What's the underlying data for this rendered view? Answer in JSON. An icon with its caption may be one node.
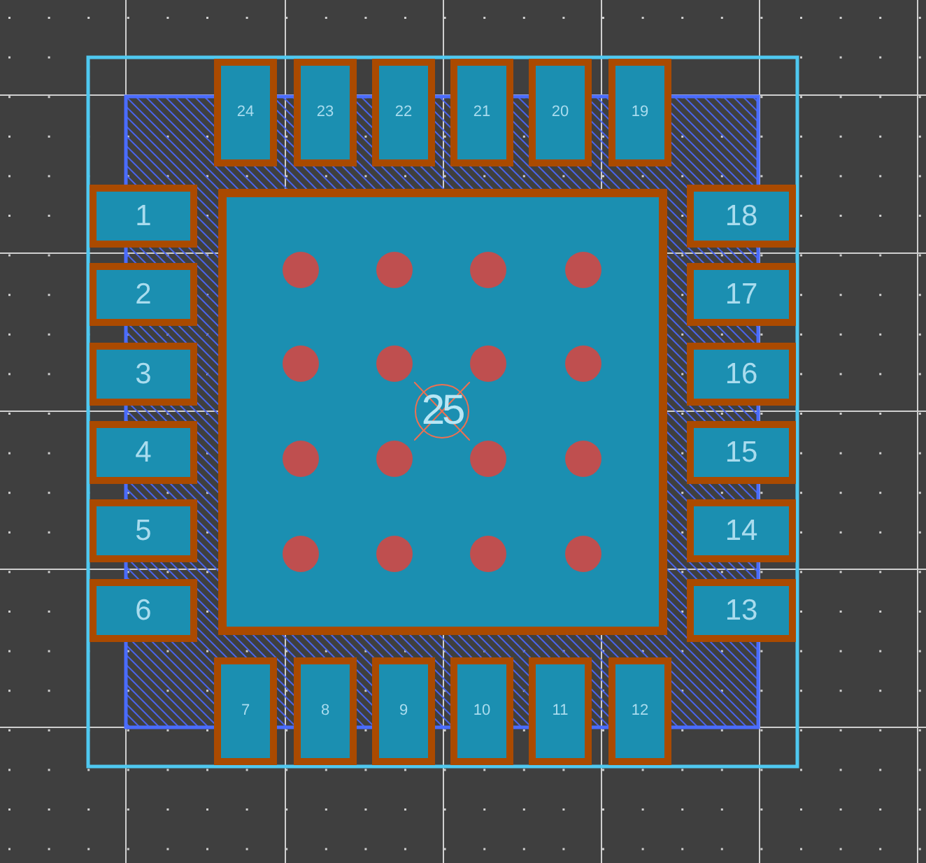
{
  "diagram": {
    "nodes": [
      {
        "text": [
          "24"
        ]
      },
      {
        "text": [
          "23"
        ]
      },
      {
        "text": [
          "22"
        ]
      },
      {
        "text": [
          "21"
        ]
      },
      {
        "text": [
          "20"
        ]
      },
      {
        "text": [
          "19"
        ]
      },
      {
        "text": [
          "1"
        ]
      },
      {
        "text": [
          "25"
        ]
      },
      {
        "text": [
          "18"
        ]
      },
      {
        "text": [
          "2"
        ]
      },
      {
        "text": [
          "17"
        ]
      },
      {
        "text": [
          "3"
        ]
      },
      {
        "text": [
          "16"
        ]
      },
      {
        "text": [
          "4"
        ]
      },
      {
        "text": [
          "15"
        ]
      },
      {
        "text": [
          "5"
        ]
      },
      {
        "text": [
          "14"
        ]
      },
      {
        "text": [
          "6"
        ]
      },
      {
        "text": [
          "13"
        ]
      },
      {
        "text": [
          "7"
        ]
      },
      {
        "text": [
          "8"
        ]
      },
      {
        "text": [
          "9"
        ]
      },
      {
        "text": [
          "10"
        ]
      },
      {
        "text": [
          "11"
        ]
      },
      {
        "text": [
          "12"
        ]
      }
    ],
    "edges": []
  }
}
